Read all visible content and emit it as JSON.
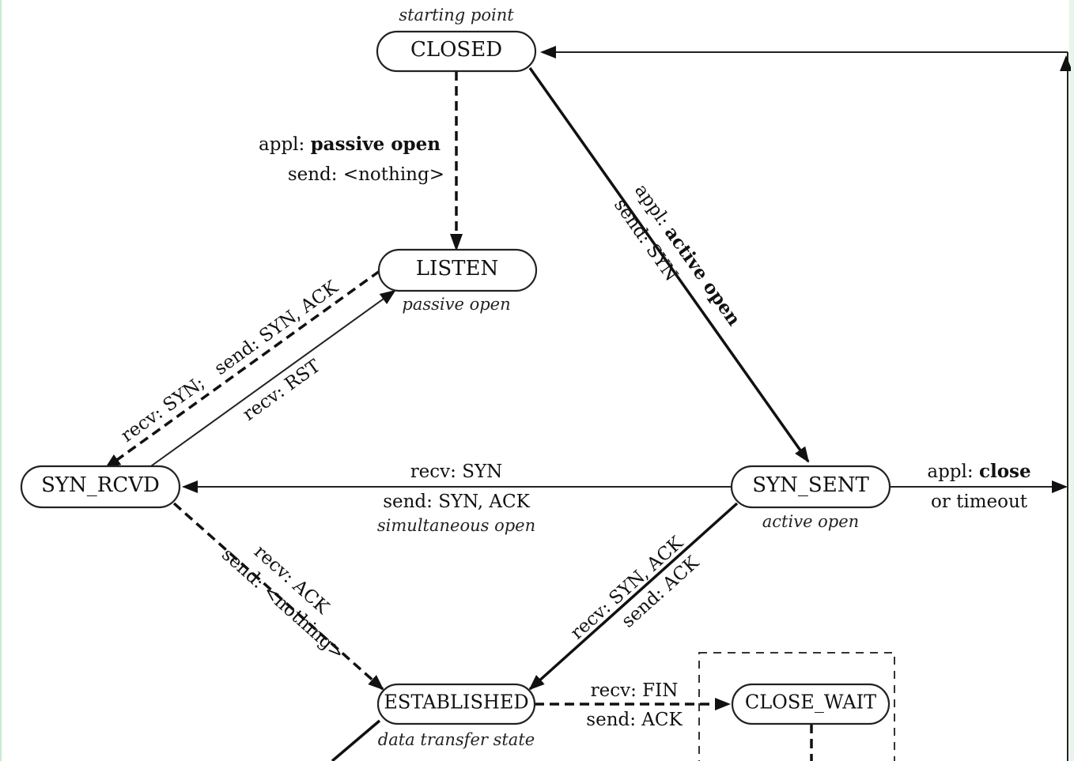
{
  "states": {
    "closed": "CLOSED",
    "listen": "LISTEN",
    "syn_rcvd": "SYN_RCVD",
    "syn_sent": "SYN_SENT",
    "established": "ESTABLISHED",
    "close_wait": "CLOSE_WAIT"
  },
  "notes": {
    "starting_point": "starting point",
    "passive_open": "passive open",
    "active_open": "active open",
    "simultaneous_open": "simultaneous open",
    "data_transfer_state": "data transfer state"
  },
  "transitions": {
    "closed_listen": {
      "appl_prefix": "appl:",
      "appl_action": "passive open",
      "send": "send: <nothing>"
    },
    "closed_synsent": {
      "appl_prefix": "appl:",
      "appl_action": "active open",
      "send": "send: SYN"
    },
    "listen_synrcvd": {
      "text": "recv: SYN;   send: SYN, ACK"
    },
    "synrcvd_listen": {
      "text": "recv: RST"
    },
    "synsent_synrcvd": {
      "recv": "recv: SYN",
      "send": "send: SYN, ACK"
    },
    "synsent_close": {
      "appl_prefix": "appl:",
      "appl_action": "close",
      "extra": "or timeout"
    },
    "synrcvd_established": {
      "recv": "recv: ACK",
      "send": "send: <nothing>"
    },
    "synsent_established": {
      "recv": "recv: SYN, ACK",
      "send": "send: ACK"
    },
    "established_closewait": {
      "recv": "recv: FIN",
      "send": "send: ACK"
    }
  }
}
